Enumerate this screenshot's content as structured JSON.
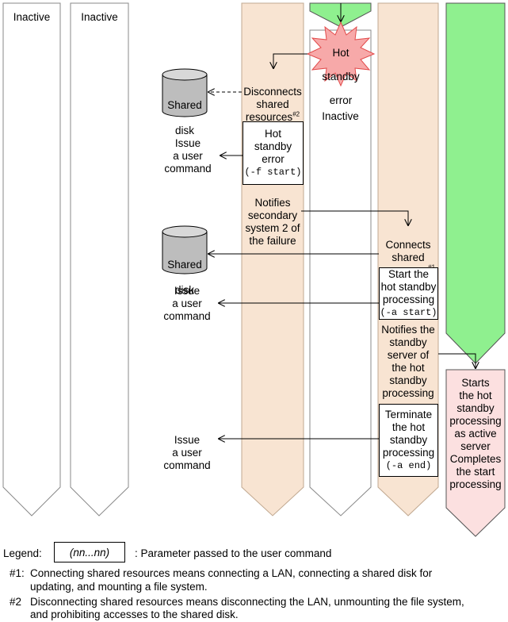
{
  "lanes": {
    "inactive_1": "Inactive",
    "inactive_2": "Inactive",
    "inactive_3": "Inactive"
  },
  "error_star": {
    "line1": "Hot",
    "line2": "standby",
    "line3": "error"
  },
  "shared_disk_1": {
    "line1": "Shared",
    "line2": "disk"
  },
  "shared_disk_2": {
    "line1": "Shared",
    "line2": "disk"
  },
  "disconnects": {
    "text": "Disconnects\nshared\nresources",
    "note": "#2"
  },
  "issue_cmd_1": "Issue\na user\ncommand",
  "issue_cmd_2": "Issue\na user\ncommand",
  "issue_cmd_3": "Issue\na user\ncommand",
  "hot_standby_error_box": {
    "text": "Hot\nstandby\nerror",
    "param": "(-f start)"
  },
  "notifies_secondary": "Notifies\nsecondary\nsystem 2 of\nthe failure",
  "connects": {
    "text": "Connects\nshared\nresources",
    "note": "#1"
  },
  "start_box": {
    "text": "Start the\nhot standby\nprocessing",
    "param": "(-a start)"
  },
  "notifies_standby": "Notifies the\nstandby\nserver of\nthe hot\nstandby\nprocessing",
  "terminate_box": {
    "text": "Terminate\nthe hot\nstandby\nprocessing",
    "param": "(-a end)"
  },
  "starts_active": "Starts\nthe hot\nstandby\nprocessing\nas active\nserver\nCompletes\nthe start\nprocessing",
  "legend": {
    "label": "Legend:",
    "box_text": "(nn...nn)",
    "box_desc": ": Parameter passed to the user command",
    "note1_id": "#1:",
    "note1_line1": "Connecting shared resources means connecting a LAN, connecting a shared disk for",
    "note1_line2": "updating, and mounting a file system.",
    "note2_id": "#2",
    "note2_line1": "Disconnecting shared resources means disconnecting the LAN, unmounting the file system,",
    "note2_line2": "and prohibiting accesses to the shared disk."
  },
  "colors": {
    "tan": "#f8e4d2",
    "green": "#8ff08f",
    "pink_star": "#f7a9a9",
    "pink_box": "#fce0e0",
    "disk_gray": "#bdbdbd"
  }
}
